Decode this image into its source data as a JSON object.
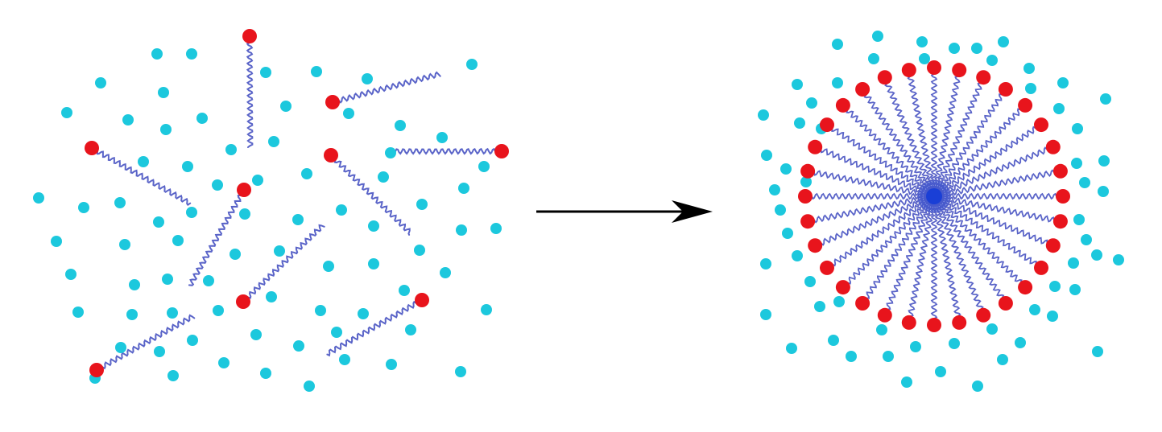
{
  "diagram": {
    "left_panel": {
      "state": "dispersed",
      "surfactant_count": 9
    },
    "right_panel": {
      "state": "micelle",
      "surfactant_count": 32
    },
    "arrow": {
      "direction": "right"
    }
  },
  "colors": {
    "background": "#ffffff",
    "water_molecule": "#1cc8dd",
    "head_group": "#e8141c",
    "tail": "#5a64c8",
    "micelle_core": "#1a3fd6",
    "arrow": "#000000"
  },
  "icons": {
    "water": "cyan-dot",
    "head": "red-dot",
    "tail": "wavy-line",
    "core": "blue-dot"
  }
}
